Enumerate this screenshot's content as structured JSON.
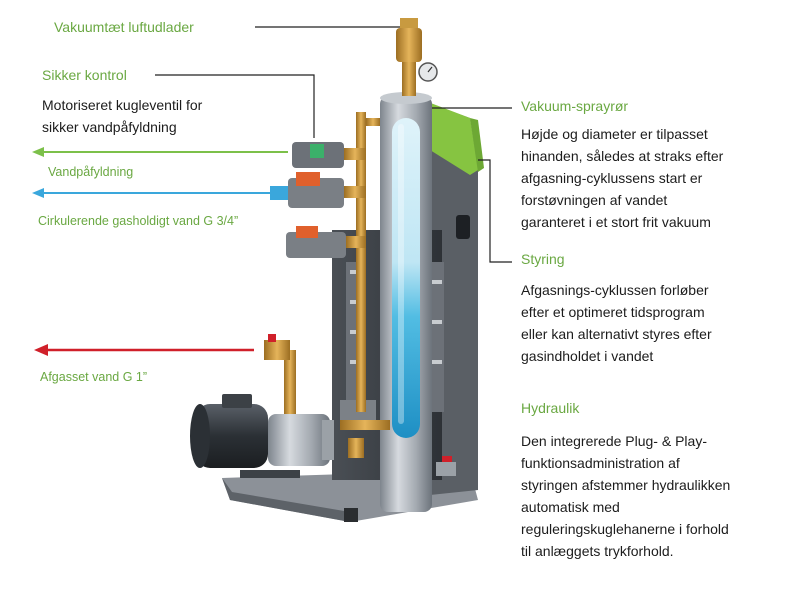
{
  "labels": {
    "vakuumtaet": "Vakuumtæt luftudlader",
    "sikker_kontrol": "Sikker kontrol",
    "sikker_desc": [
      "Motoriseret kugleventil for",
      "sikker vandpåfyldning"
    ],
    "vandpafyldning": "Vandpåfyldning",
    "cirkulerende": "Cirkulerende gasholdigt vand G 3/4”",
    "afgasset": "Afgasset vand G 1”",
    "vakuum_sprayror": "Vakuum-sprayrør",
    "sprayror_desc": [
      "Højde og diameter er tilpasset",
      "hinanden, således at straks efter",
      "afgasning-cyklussens start er",
      "forstøvningen af vandet",
      "garanteret i et stort frit vakuum"
    ],
    "styring": "Styring",
    "styring_desc": [
      "Afgasnings-cyklussen forløber",
      "efter et optimeret tidsprogram",
      "eller kan alternativt styres efter",
      "gasindholdet i vandet"
    ],
    "hydraulik": "Hydraulik",
    "hydraulik_desc": [
      "Den integrerede Plug- & Play-",
      "funktionsadministration af",
      "styringen afstemmer hydraulikken",
      "automatisk med",
      "reguleringskuglehanerne i forhold",
      "til anlæggets trykforhold."
    ]
  },
  "colors": {
    "label_green": "#6aa842",
    "arrow_green": "#7cc04a",
    "arrow_blue": "#3aa7dc",
    "arrow_red": "#d0202a",
    "text": "#1c1c1c",
    "water": "#5cc4e6",
    "steel": "#a7adb4",
    "brass": "#c8963c",
    "accent_orange": "#e0602c",
    "accent_green": "#86c441"
  }
}
